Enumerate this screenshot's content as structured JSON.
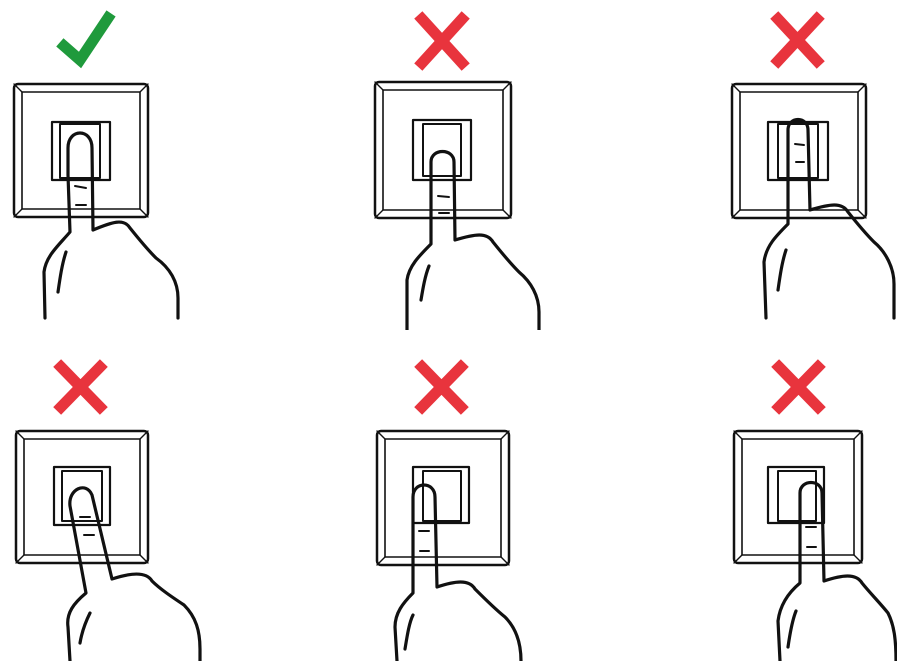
{
  "colors": {
    "ok": "#1f9a3c",
    "wrong": "#e8343d",
    "line": "#111111",
    "background": "#ffffff"
  },
  "panels": [
    {
      "id": "panel-1",
      "mark_icon": "check-icon",
      "placement": "correct-centered"
    },
    {
      "id": "panel-2",
      "mark_icon": "cross-icon",
      "placement": "too-low"
    },
    {
      "id": "panel-3",
      "mark_icon": "cross-icon",
      "placement": "too-high"
    },
    {
      "id": "panel-4",
      "mark_icon": "cross-icon",
      "placement": "angled"
    },
    {
      "id": "panel-5",
      "mark_icon": "cross-icon",
      "placement": "off-center-left"
    },
    {
      "id": "panel-6",
      "mark_icon": "cross-icon",
      "placement": "off-center-right"
    }
  ]
}
